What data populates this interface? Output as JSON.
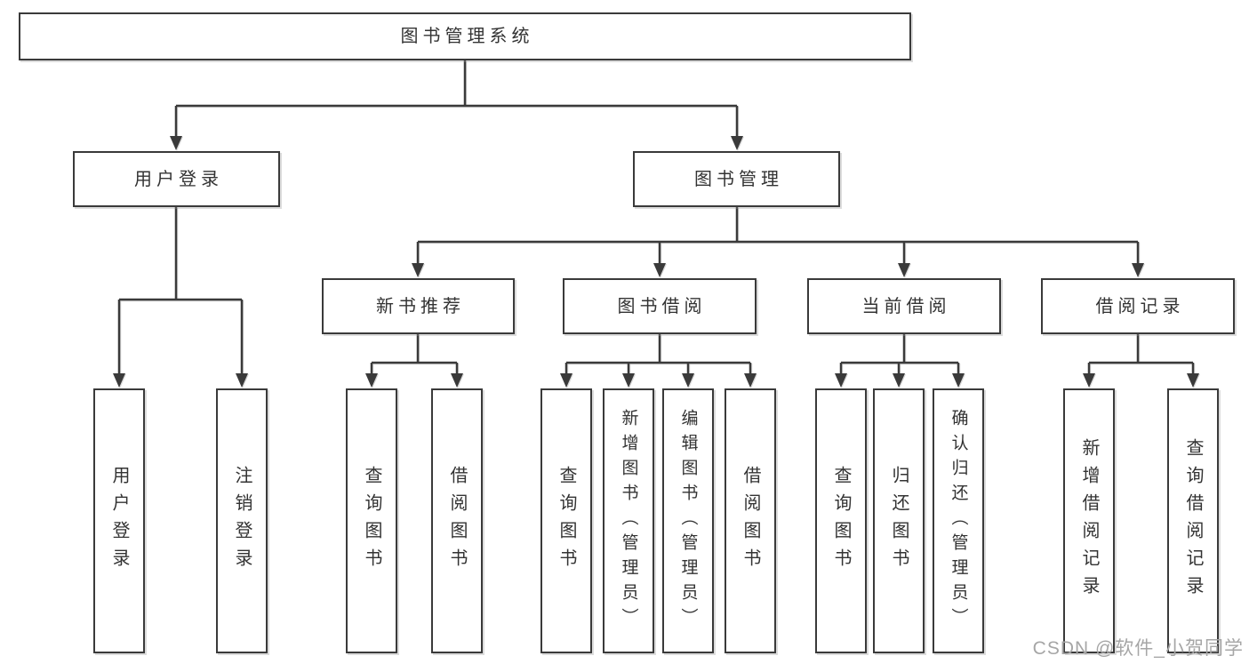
{
  "diagram": {
    "nodes": {
      "root": "图书管理系统",
      "l2_user_login": "用户登录",
      "l2_book_mgmt": "图书管理",
      "l3_new_book": "新书推荐",
      "l3_book_borrow": "图书借阅",
      "l3_current_borrow": "当前借阅",
      "l3_borrow_record": "借阅记录",
      "leaf_user_login": "用户登录",
      "leaf_logout": "注销登录",
      "leaf_nb_query": "查询图书",
      "leaf_nb_borrow": "借阅图书",
      "leaf_bb_query": "查询图书",
      "leaf_bb_add": "新增图书（管理员）",
      "leaf_bb_edit": "编辑图书（管理员）",
      "leaf_bb_borrow": "借阅图书",
      "leaf_cb_query": "查询图书",
      "leaf_cb_return": "归还图书",
      "leaf_cb_confirm": "确认归还（管理员）",
      "leaf_br_add": "新增借阅记录",
      "leaf_br_query": "查询借阅记录"
    },
    "colors": {
      "line": "#3a3a3a",
      "box_border": "#3a3a3a",
      "box_fill": "#ffffff",
      "text": "#333333",
      "background": "#ffffff",
      "watermark": "#a6a6a6"
    }
  },
  "watermark": {
    "text": "CSDN @软件_小贺同学"
  }
}
